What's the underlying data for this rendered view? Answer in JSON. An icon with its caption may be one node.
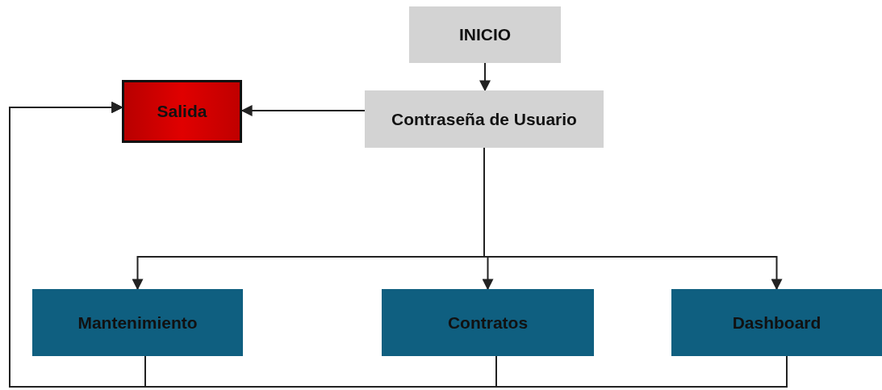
{
  "diagram": {
    "nodes": [
      {
        "text": [
          "INICIO"
        ]
      },
      {
        "text": [
          "Contraseña de Usuario"
        ]
      },
      {
        "text": [
          "Salida"
        ]
      },
      {
        "text": [
          "Mantenimiento"
        ]
      },
      {
        "text": [
          "Contratos"
        ]
      },
      {
        "text": [
          "Dashboard"
        ]
      }
    ],
    "edges": [
      {
        "from": 0,
        "to": 1,
        "arrow": "to"
      },
      {
        "from": 1,
        "to": 2,
        "arrow": "to"
      },
      {
        "from": 1,
        "to": 3,
        "arrow": "to"
      },
      {
        "from": 1,
        "to": 4,
        "arrow": "to"
      },
      {
        "from": 1,
        "to": 5,
        "arrow": "to"
      },
      {
        "from": 3,
        "to": 2,
        "arrow": "to"
      },
      {
        "from": 4,
        "to": 2,
        "arrow": "to"
      },
      {
        "from": 5,
        "to": 2,
        "arrow": "to"
      }
    ]
  }
}
